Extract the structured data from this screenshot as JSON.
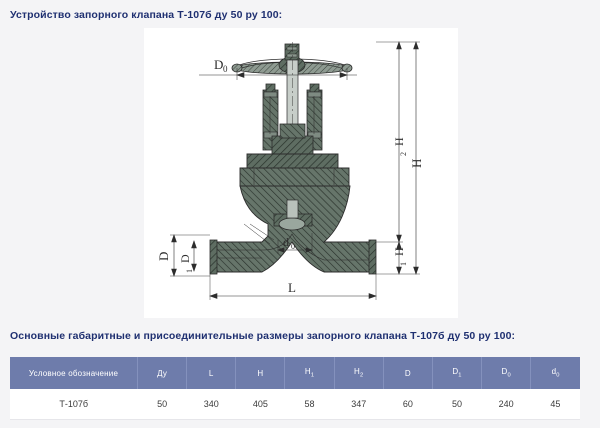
{
  "headings": {
    "drawing": "Устройство запорного клапана Т-107б ду 50 ру 100:",
    "table": "Основные габаритные и присоединительные размеры запорного клапана Т-107б ду 50 ру 100:"
  },
  "colors": {
    "page_background": "#f4f4f6",
    "heading_text": "#1f3071",
    "table_header_bg": "#6e7cab",
    "table_header_text": "#ffffff",
    "table_cell_text": "#3a3a3a",
    "drawing_panel_bg": "#ffffff",
    "drawing_ink": "#2c2c2c",
    "drawing_fill": "#5c6b60"
  },
  "drawing": {
    "alt": "Чертёж запорного клапана Т-107б с габаритными размерами",
    "dimension_labels": {
      "d_outer_handwheel": "D",
      "d_outer_handwheel_sub": "0",
      "h_total": "H",
      "h2": "H",
      "h2_sub": "2",
      "h1": "H",
      "h1_sub": "1",
      "d_flange": "D",
      "d1_flange": "D",
      "d1_flange_sub": "1",
      "d0_bore": "d",
      "d0_bore_sub": "0",
      "length": "L"
    }
  },
  "table": {
    "columns": [
      {
        "label": "Условное обозначение",
        "sub": ""
      },
      {
        "label": "Ду",
        "sub": ""
      },
      {
        "label": "L",
        "sub": ""
      },
      {
        "label": "H",
        "sub": ""
      },
      {
        "label": "H",
        "sub": "1"
      },
      {
        "label": "H",
        "sub": "2"
      },
      {
        "label": "D",
        "sub": ""
      },
      {
        "label": "D",
        "sub": "1"
      },
      {
        "label": "D",
        "sub": "0"
      },
      {
        "label": "d",
        "sub": "0"
      }
    ],
    "rows": [
      {
        "name": "Т-107б",
        "du": "50",
        "L": "340",
        "H": "405",
        "H1": "58",
        "H2": "347",
        "D": "60",
        "D1": "50",
        "D0": "240",
        "d0": "45"
      }
    ]
  }
}
